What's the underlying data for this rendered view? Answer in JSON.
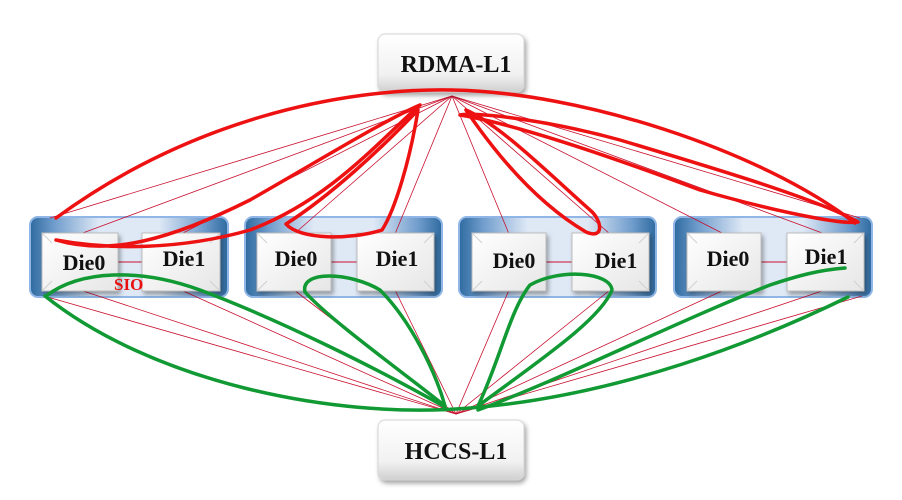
{
  "top_switch": {
    "label": "RDMA-L1"
  },
  "bottom_switch": {
    "label": "HCCS-L1"
  },
  "sio_label": "SIO",
  "chips": [
    {
      "die0": "Die0",
      "die1": "Die1"
    },
    {
      "die0": "Die0",
      "die1": "Die1"
    },
    {
      "die0": "Die0",
      "die1": "Die1"
    },
    {
      "die0": "Die0",
      "die1": "Die1"
    }
  ],
  "colors": {
    "thin_link": "#c8102e",
    "rdma_path": "#ee1111",
    "hccs_path": "#119933",
    "sio_text": "#e81010",
    "chip_frame": "#8fb6e6",
    "chip_gradient_dark": "#2e6a9f"
  }
}
